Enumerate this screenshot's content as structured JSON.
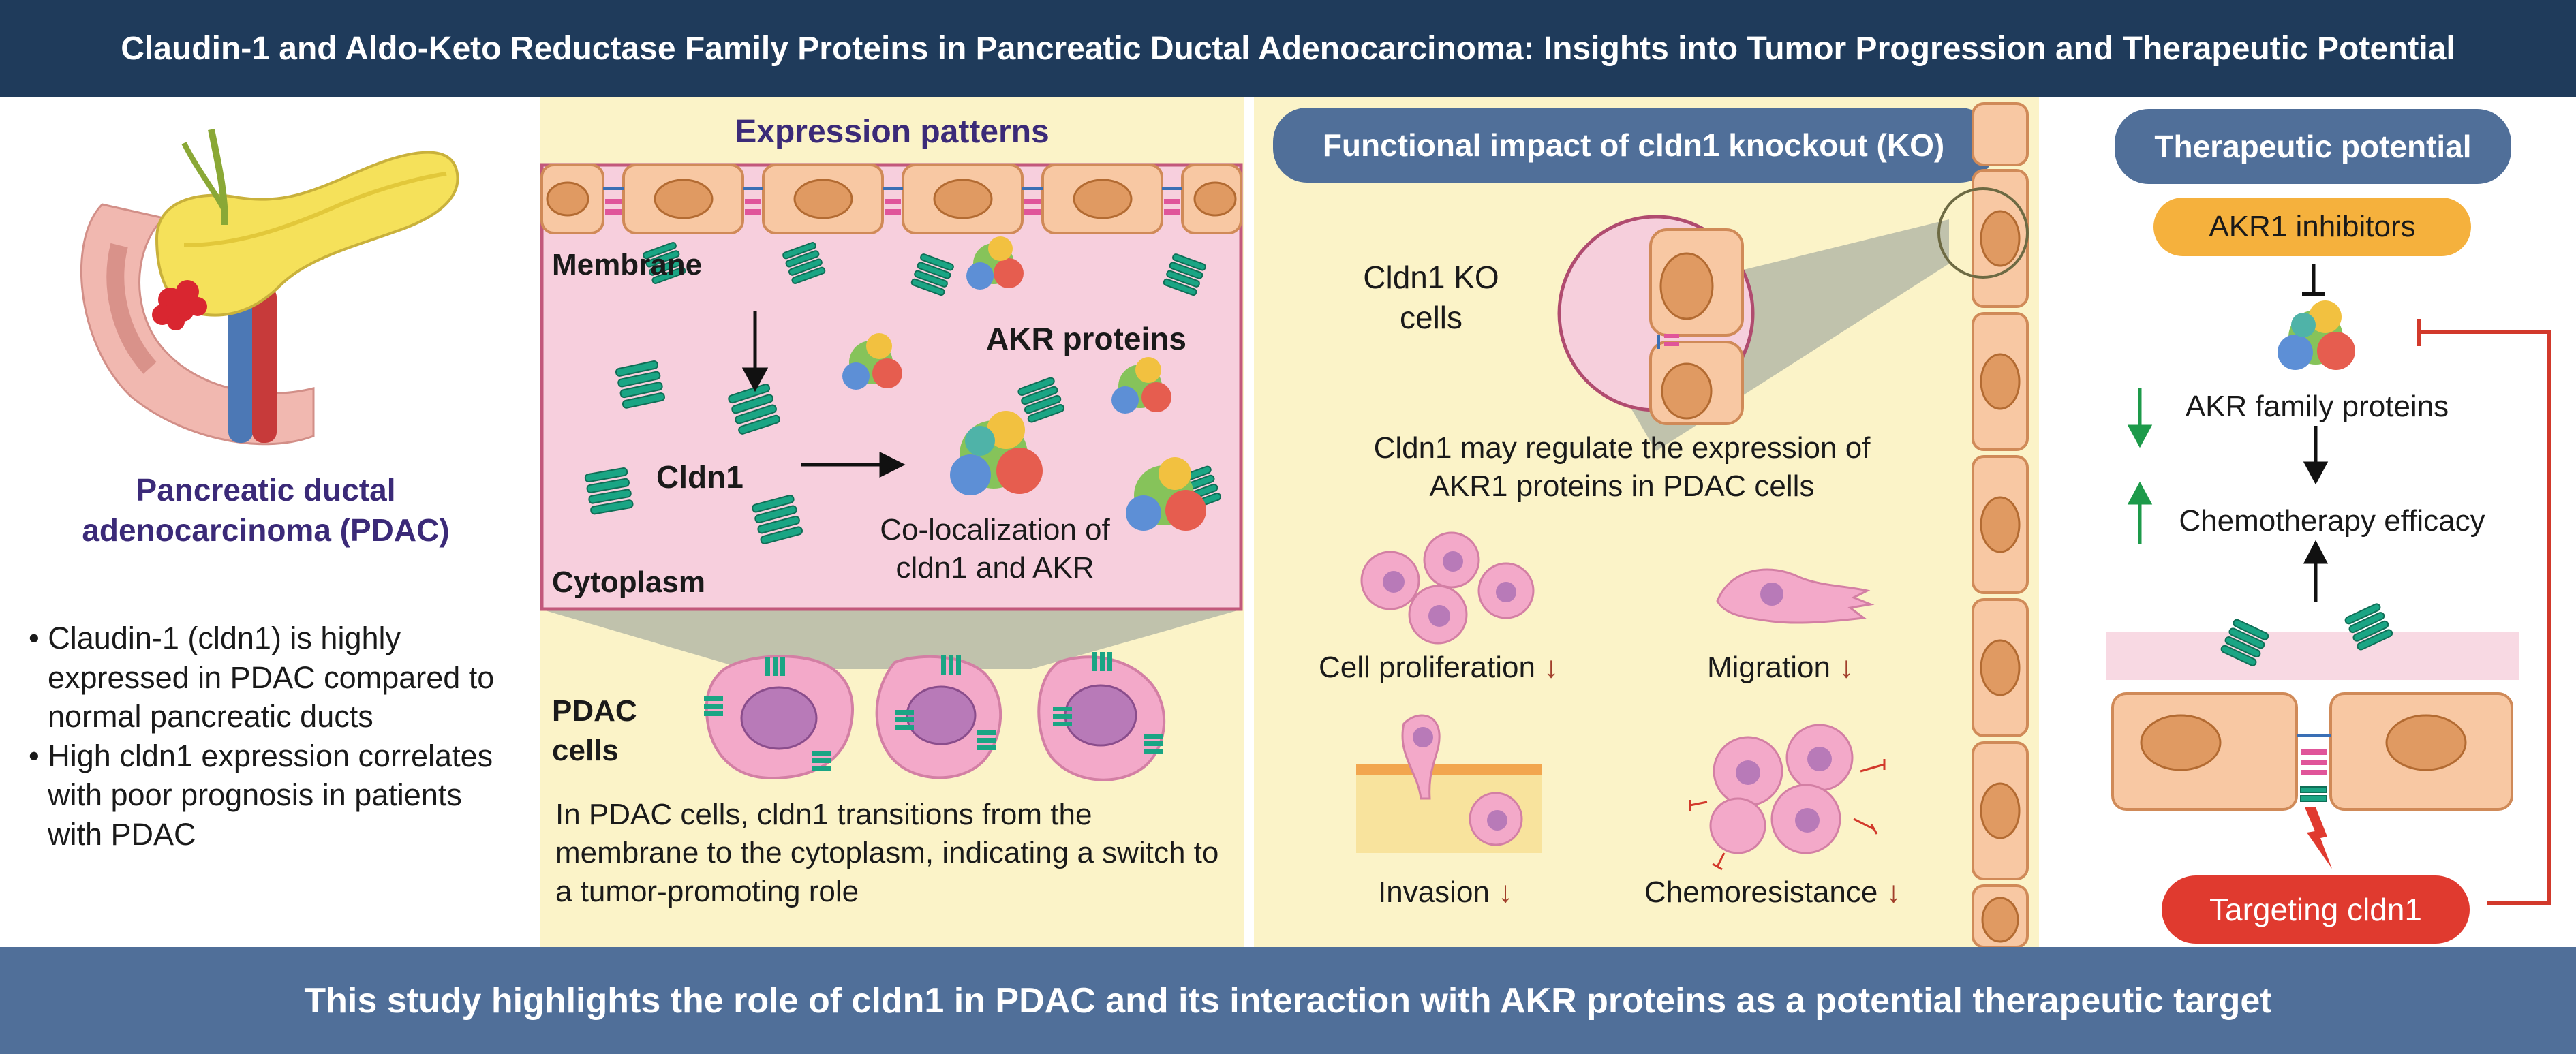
{
  "title": "Claudin-1 and Aldo-Keto Reductase Family Proteins in Pancreatic Ductal Adenocarcinoma: Insights into Tumor Progression and Therapeutic Potential",
  "footer": "This study highlights the role of cldn1 in PDAC and its interaction with AKR proteins as a potential therapeutic target",
  "colors": {
    "title_bar": "#1f3b5b",
    "footer_bar": "#506f99",
    "panel_yellow": "#fbf3c8",
    "pill_blue": "#506f99",
    "pill_orange": "#f5b13d",
    "pill_red": "#e03a2f",
    "cell_pink": "#f3b9cf",
    "nucleus": "#e09a62",
    "claudin_green": "#1aa584",
    "arrow_up_green": "#1d9a4a",
    "inhibit_red": "#d2392b"
  },
  "left": {
    "pdac_label": "Pancreatic ductal adenocarcinoma (PDAC)",
    "bullets": [
      "Claudin-1 (cldn1) is highly expressed in PDAC compared to normal pancreatic ducts",
      "High cldn1 expression correlates with poor prognosis in patients with PDAC"
    ]
  },
  "expression": {
    "heading": "Expression patterns",
    "membrane": "Membrane",
    "cytoplasm": "Cytoplasm",
    "akr_proteins": "AKR proteins",
    "cldn1": "Cldn1",
    "colocalization": "Co-localization of cldn1 and AKR",
    "pdac_cells": "PDAC cells",
    "transition_text": "In PDAC cells, cldn1 transitions from the membrane to the cytoplasm, indicating a switch to a tumor-promoting role"
  },
  "functional": {
    "heading": "Functional impact of cldn1 knockout (KO)",
    "ko_cells": "Cldn1 KO cells",
    "regulate_text": "Cldn1 may regulate the expression of AKR1 proteins in PDAC cells",
    "effects": {
      "proliferation": "Cell proliferation",
      "migration": "Migration",
      "invasion": "Invasion",
      "chemoresistance": "Chemoresistance"
    },
    "down_arrow": "↓"
  },
  "therapeutic": {
    "heading": "Therapeutic potential",
    "akr1_inhibitors": "AKR1 inhibitors",
    "akr_family": "AKR family proteins",
    "chemo_efficacy": "Chemotherapy efficacy",
    "targeting": "Targeting cldn1"
  }
}
